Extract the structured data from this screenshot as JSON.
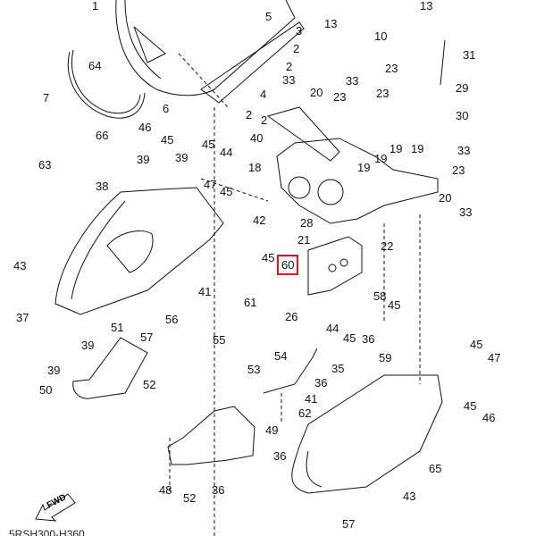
{
  "diagram": {
    "title_code": "5RSH300-H360",
    "fwd_label": "FWD",
    "highlight_color": "#e3151a",
    "line_color": "#111111",
    "highlighted_part": "60",
    "callouts": [
      {
        "id": "c1",
        "text": "1"
      },
      {
        "id": "c2a",
        "text": "2"
      },
      {
        "id": "c2b",
        "text": "2"
      },
      {
        "id": "c2c",
        "text": "2"
      },
      {
        "id": "c2d",
        "text": "2"
      },
      {
        "id": "c3",
        "text": "3"
      },
      {
        "id": "c4",
        "text": "4"
      },
      {
        "id": "c5",
        "text": "5"
      },
      {
        "id": "c6",
        "text": "6"
      },
      {
        "id": "c7",
        "text": "7"
      },
      {
        "id": "c10",
        "text": "10"
      },
      {
        "id": "c13a",
        "text": "13"
      },
      {
        "id": "c13b",
        "text": "13"
      },
      {
        "id": "c18",
        "text": "18"
      },
      {
        "id": "c19a",
        "text": "19"
      },
      {
        "id": "c19b",
        "text": "19"
      },
      {
        "id": "c19c",
        "text": "19"
      },
      {
        "id": "c19d",
        "text": "19"
      },
      {
        "id": "c20a",
        "text": "20"
      },
      {
        "id": "c20b",
        "text": "20"
      },
      {
        "id": "c21",
        "text": "21"
      },
      {
        "id": "c22",
        "text": "22"
      },
      {
        "id": "c23a",
        "text": "23"
      },
      {
        "id": "c23b",
        "text": "23"
      },
      {
        "id": "c23c",
        "text": "23"
      },
      {
        "id": "c23d",
        "text": "23"
      },
      {
        "id": "c26",
        "text": "26"
      },
      {
        "id": "c28",
        "text": "28"
      },
      {
        "id": "c29",
        "text": "29"
      },
      {
        "id": "c30",
        "text": "30"
      },
      {
        "id": "c31",
        "text": "31"
      },
      {
        "id": "c33a",
        "text": "33"
      },
      {
        "id": "c33b",
        "text": "33"
      },
      {
        "id": "c33c",
        "text": "33"
      },
      {
        "id": "c33d",
        "text": "33"
      },
      {
        "id": "c35",
        "text": "35"
      },
      {
        "id": "c36a",
        "text": "36"
      },
      {
        "id": "c36b",
        "text": "36"
      },
      {
        "id": "c36c",
        "text": "36"
      },
      {
        "id": "c36d",
        "text": "36"
      },
      {
        "id": "c37",
        "text": "37"
      },
      {
        "id": "c38",
        "text": "38"
      },
      {
        "id": "c39a",
        "text": "39"
      },
      {
        "id": "c39b",
        "text": "39"
      },
      {
        "id": "c39c",
        "text": "39"
      },
      {
        "id": "c39d",
        "text": "39"
      },
      {
        "id": "c40",
        "text": "40"
      },
      {
        "id": "c41a",
        "text": "41"
      },
      {
        "id": "c41b",
        "text": "41"
      },
      {
        "id": "c42",
        "text": "42"
      },
      {
        "id": "c43a",
        "text": "43"
      },
      {
        "id": "c43b",
        "text": "43"
      },
      {
        "id": "c44a",
        "text": "44"
      },
      {
        "id": "c44b",
        "text": "44"
      },
      {
        "id": "c45a",
        "text": "45"
      },
      {
        "id": "c45b",
        "text": "45"
      },
      {
        "id": "c45c",
        "text": "45"
      },
      {
        "id": "c45d",
        "text": "45"
      },
      {
        "id": "c45e",
        "text": "45"
      },
      {
        "id": "c45f",
        "text": "45"
      },
      {
        "id": "c45g",
        "text": "45"
      },
      {
        "id": "c45h",
        "text": "45"
      },
      {
        "id": "c46a",
        "text": "46"
      },
      {
        "id": "c46b",
        "text": "46"
      },
      {
        "id": "c47a",
        "text": "47"
      },
      {
        "id": "c47b",
        "text": "47"
      },
      {
        "id": "c48",
        "text": "48"
      },
      {
        "id": "c49",
        "text": "49"
      },
      {
        "id": "c50",
        "text": "50"
      },
      {
        "id": "c51",
        "text": "51"
      },
      {
        "id": "c52a",
        "text": "52"
      },
      {
        "id": "c52b",
        "text": "52"
      },
      {
        "id": "c53",
        "text": "53"
      },
      {
        "id": "c54",
        "text": "54"
      },
      {
        "id": "c55",
        "text": "55"
      },
      {
        "id": "c56",
        "text": "56"
      },
      {
        "id": "c57a",
        "text": "57"
      },
      {
        "id": "c57b",
        "text": "57"
      },
      {
        "id": "c58",
        "text": "58"
      },
      {
        "id": "c59",
        "text": "59"
      },
      {
        "id": "c60",
        "text": "60"
      },
      {
        "id": "c61",
        "text": "61"
      },
      {
        "id": "c62",
        "text": "62"
      },
      {
        "id": "c63",
        "text": "63"
      },
      {
        "id": "c64",
        "text": "64"
      },
      {
        "id": "c65",
        "text": "65"
      },
      {
        "id": "c66",
        "text": "66"
      }
    ]
  }
}
